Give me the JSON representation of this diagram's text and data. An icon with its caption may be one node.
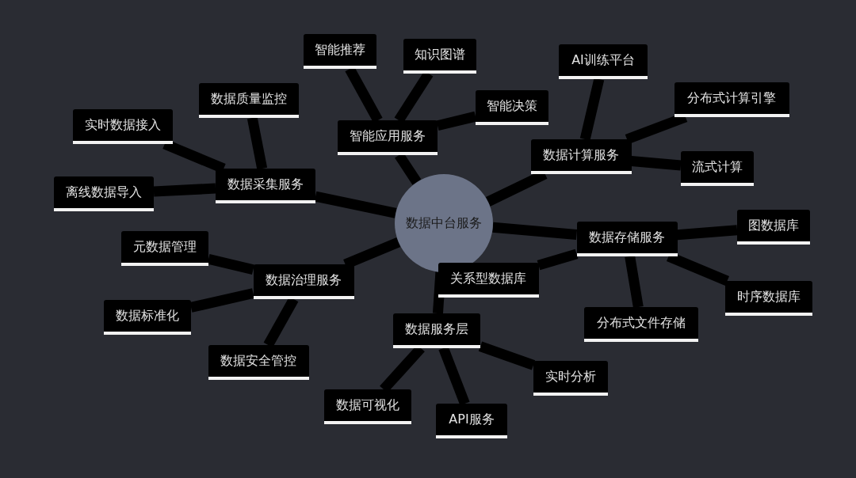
{
  "diagram": {
    "nodes": [
      {
        "text": [
          "数据中台服务"
        ]
      },
      {
        "text": [
          "数据采集服务"
        ]
      },
      {
        "text": [
          "实时数据接入"
        ]
      },
      {
        "text": [
          "离线数据导入"
        ]
      },
      {
        "text": [
          "数据质量监控"
        ]
      },
      {
        "text": [
          "智能应用服务"
        ]
      },
      {
        "text": [
          "智能推荐"
        ]
      },
      {
        "text": [
          "知识图谱"
        ]
      },
      {
        "text": [
          "智能决策"
        ]
      },
      {
        "text": [
          "数据计算服务"
        ]
      },
      {
        "text": [
          "AI训练平台"
        ]
      },
      {
        "text": [
          "分布式计算引擎"
        ]
      },
      {
        "text": [
          "流式计算"
        ]
      },
      {
        "text": [
          "数据存储服务"
        ]
      },
      {
        "text": [
          "图数据库"
        ]
      },
      {
        "text": [
          "时序数据库"
        ]
      },
      {
        "text": [
          "分布式文件存储"
        ]
      },
      {
        "text": [
          "关系型数据库"
        ]
      },
      {
        "text": [
          "数据治理服务"
        ]
      },
      {
        "text": [
          "元数据管理"
        ]
      },
      {
        "text": [
          "数据标准化"
        ]
      },
      {
        "text": [
          "数据安全管控"
        ]
      },
      {
        "text": [
          "数据服务层"
        ]
      },
      {
        "text": [
          "实时分析"
        ]
      },
      {
        "text": [
          "数据可视化"
        ]
      },
      {
        "text": [
          "API服务"
        ]
      }
    ],
    "edges": [
      {
        "from": 0,
        "to": 1,
        "arrow": "none"
      },
      {
        "from": 1,
        "to": 2,
        "arrow": "none"
      },
      {
        "from": 1,
        "to": 3,
        "arrow": "none"
      },
      {
        "from": 1,
        "to": 4,
        "arrow": "none"
      },
      {
        "from": 0,
        "to": 5,
        "arrow": "none"
      },
      {
        "from": 5,
        "to": 6,
        "arrow": "none"
      },
      {
        "from": 5,
        "to": 7,
        "arrow": "none"
      },
      {
        "from": 5,
        "to": 8,
        "arrow": "none"
      },
      {
        "from": 0,
        "to": 9,
        "arrow": "none"
      },
      {
        "from": 9,
        "to": 10,
        "arrow": "none"
      },
      {
        "from": 9,
        "to": 11,
        "arrow": "none"
      },
      {
        "from": 9,
        "to": 12,
        "arrow": "none"
      },
      {
        "from": 0,
        "to": 13,
        "arrow": "none"
      },
      {
        "from": 13,
        "to": 14,
        "arrow": "none"
      },
      {
        "from": 13,
        "to": 15,
        "arrow": "none"
      },
      {
        "from": 13,
        "to": 16,
        "arrow": "none"
      },
      {
        "from": 13,
        "to": 17,
        "arrow": "none"
      },
      {
        "from": 0,
        "to": 18,
        "arrow": "none"
      },
      {
        "from": 18,
        "to": 19,
        "arrow": "none"
      },
      {
        "from": 18,
        "to": 20,
        "arrow": "none"
      },
      {
        "from": 18,
        "to": 21,
        "arrow": "none"
      },
      {
        "from": 0,
        "to": 22,
        "arrow": "none"
      },
      {
        "from": 22,
        "to": 23,
        "arrow": "none"
      },
      {
        "from": 22,
        "to": 24,
        "arrow": "none"
      },
      {
        "from": 22,
        "to": 25,
        "arrow": "none"
      }
    ]
  }
}
